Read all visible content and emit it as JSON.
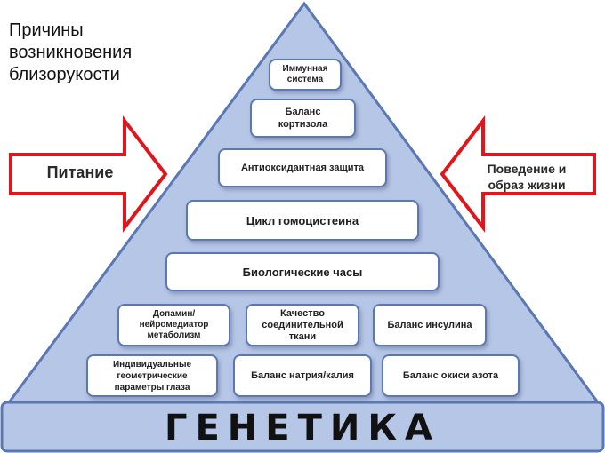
{
  "title": {
    "lines": [
      "Причины",
      "возникновения",
      "близорукости"
    ]
  },
  "colors": {
    "pyramid_fill": "#b5c6e6",
    "pyramid_stroke": "#5b78b4",
    "box_border": "#5b78b4",
    "arrow_border": "#e0161b"
  },
  "left_arrow": {
    "label": "Питание"
  },
  "right_arrow": {
    "lines": [
      "Поведение и",
      "образ жизни"
    ]
  },
  "base": {
    "label": "ГЕНЕТИКА"
  },
  "levels": {
    "immune": {
      "lines": [
        "Иммунная",
        "система"
      ]
    },
    "cortisol": {
      "lines": [
        "Баланс",
        "кортизола"
      ]
    },
    "antioxidant": {
      "lines": [
        "Антиоксидантная защита"
      ]
    },
    "homocysteine": {
      "lines": [
        "Цикл гомоцистеина"
      ]
    },
    "biological_clock": {
      "lines": [
        "Биологические часы"
      ]
    },
    "dopamine": {
      "lines": [
        "Допамин/",
        "нейромедиатор",
        "метаболизм"
      ]
    },
    "connective": {
      "lines": [
        "Качество",
        "соединительной",
        "ткани"
      ]
    },
    "insulin": {
      "lines": [
        "Баланс инсулина"
      ]
    },
    "eye_geometry": {
      "lines": [
        "Индивидуальные",
        "геометрические",
        "параметры глаза"
      ]
    },
    "sodium_potassium": {
      "lines": [
        "Баланс натрия/калия"
      ]
    },
    "nitric_oxide": {
      "lines": [
        "Баланс окиси азота"
      ]
    }
  }
}
